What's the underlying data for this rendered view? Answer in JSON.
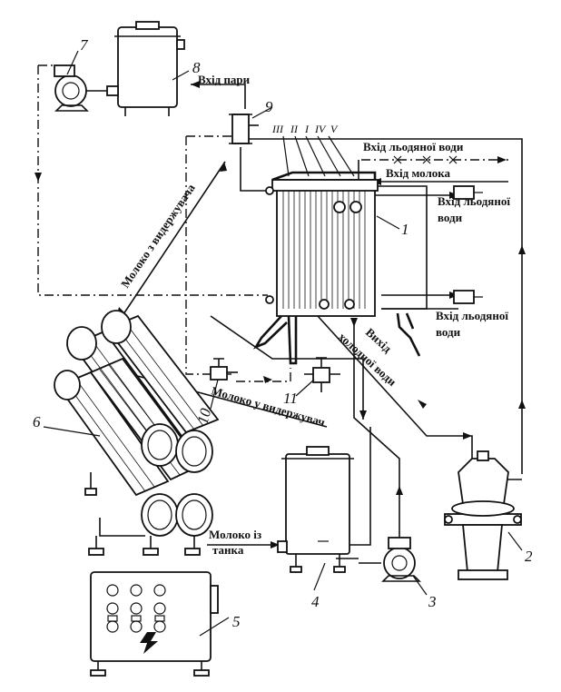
{
  "labels": {
    "steam_inlet": "Вхід пари",
    "ice_water_inlet_top": "Вхід льодяної води",
    "milk_inlet": "Вхід молока",
    "ice_water_inlet_right_1": "Вхід льодяної",
    "ice_water_inlet_right_2": "води",
    "ice_water_inlet_lower_1": "Вхід льодяної",
    "ice_water_inlet_lower_2": "води",
    "cold_water_outlet_1": "Вихід",
    "cold_water_outlet_2": "холодної води",
    "milk_from_holder": "Молоко з видержувача",
    "milk_to_holder": "Молоко у видержувач",
    "milk_from_tank_1": "Молоко із",
    "milk_from_tank_2": "танка"
  },
  "numbers": {
    "n1": "1",
    "n2": "2",
    "n3": "3",
    "n4": "4",
    "n5": "5",
    "n6": "6",
    "n7": "7",
    "n8": "8",
    "n9": "9",
    "n10": "10",
    "n11": "11"
  },
  "sections": [
    "III",
    "II",
    "I",
    "IV",
    "V"
  ]
}
